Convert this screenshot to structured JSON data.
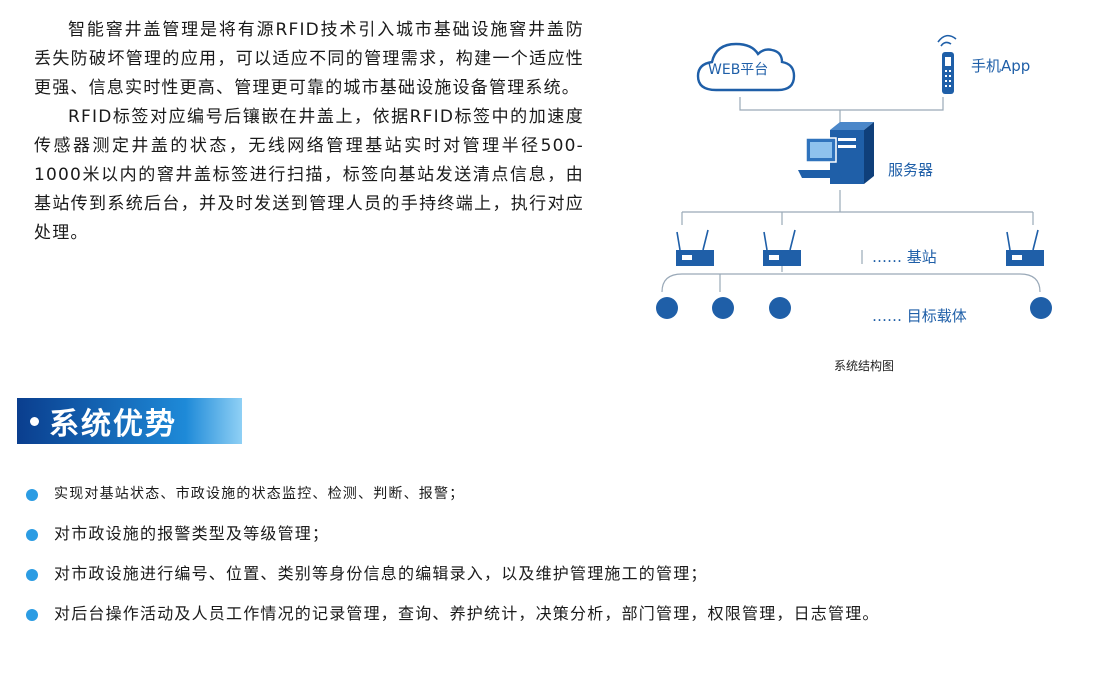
{
  "intro": {
    "paragraphs": [
      "智能窨井盖管理是将有源RFID技术引入城市基础设施窨井盖防丢失防破坏管理的应用，可以适应不同的管理需求，构建一个适应性更强、信息实时性更高、管理更可靠的城市基础设施设备管理系统。",
      "RFID标签对应编号后镶嵌在井盖上，依据RFID标签中的加速度传感器测定井盖的状态，无线网络管理基站实时对管理半径500-1000米以内的窨井盖标签进行扫描，标签向基站发送清点信息，由基站传到系统后台，并及时发送到管理人员的手持终端上，执行对应处理。"
    ]
  },
  "diagram": {
    "cloud_label": "WEB平台",
    "phone_label": "手机App",
    "server_label": "服务器",
    "base_label": "…… 基站",
    "carrier_label": "…… 目标载体",
    "caption": "系统结构图",
    "colors": {
      "primary": "#1f5fa8",
      "line": "#9aa9b8"
    },
    "icons": [
      "cloud-icon",
      "mobile-phone-icon",
      "server-icon",
      "router-icon",
      "target-dot-icon"
    ]
  },
  "section": {
    "title": "系统优势"
  },
  "benefits": [
    "实现对基站状态、市政设施的状态监控、检测、判断、报警；",
    "对市政设施的报警类型及等级管理；",
    "对市政设施进行编号、位置、类别等身份信息的编辑录入，以及维护管理施工的管理；",
    "对后台操作活动及人员工作情况的记录管理，查询、养护统计，决策分析，部门管理，权限管理，日志管理。"
  ],
  "accent": "#2c9ce3"
}
